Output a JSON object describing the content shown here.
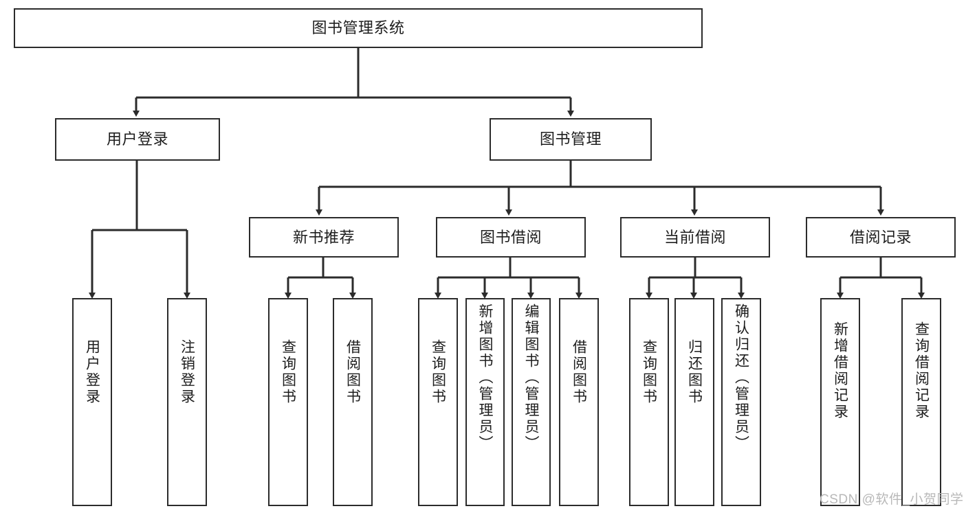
{
  "diagram": {
    "title": "图书管理系统",
    "type": "tree-hierarchy",
    "background_color": "#ffffff",
    "line_color": "#2b2b2b",
    "text_color": "#1d1d1d",
    "root": {
      "label": "图书管理系统"
    },
    "level2": [
      {
        "label": "用户登录"
      },
      {
        "label": "图书管理"
      }
    ],
    "level3": [
      {
        "label": "新书推荐"
      },
      {
        "label": "图书借阅"
      },
      {
        "label": "当前借阅"
      },
      {
        "label": "借阅记录"
      }
    ],
    "leaves": {
      "user_login": [
        {
          "label": "用户登录"
        },
        {
          "label": "注销登录"
        }
      ],
      "new_book_recommend": [
        {
          "label": "查询图书"
        },
        {
          "label": "借阅图书"
        }
      ],
      "book_borrow": [
        {
          "label": "查询图书"
        },
        {
          "label": "新增图书（管理员）"
        },
        {
          "label": "编辑图书（管理员）"
        },
        {
          "label": "借阅图书"
        }
      ],
      "current_borrow": [
        {
          "label": "查询图书"
        },
        {
          "label": "归还图书"
        },
        {
          "label": "确认归还（管理员）"
        }
      ],
      "borrow_record": [
        {
          "label": "新增借阅记录"
        },
        {
          "label": "查询借阅记录"
        }
      ]
    }
  },
  "watermark": {
    "text": "CSDN @软件_小贺同学"
  }
}
